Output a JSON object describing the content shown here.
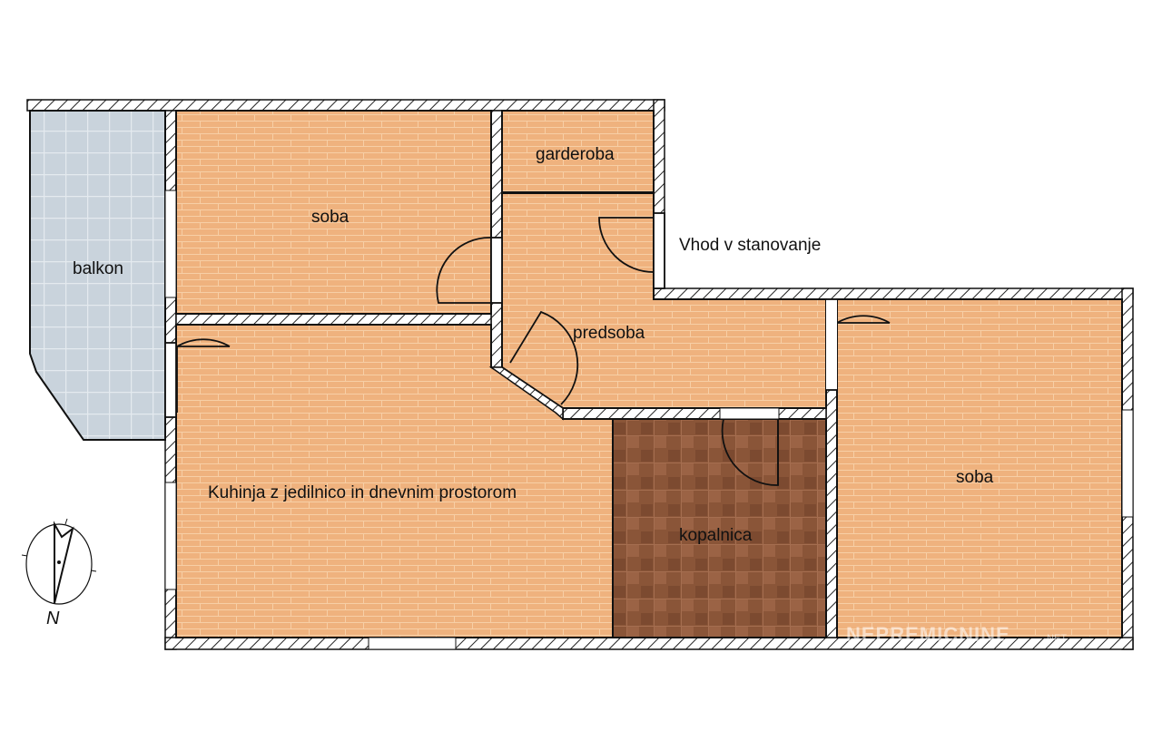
{
  "rooms": {
    "balkon": "balkon",
    "soba_top": "soba",
    "garderoba": "garderoba",
    "predsoba": "predsoba",
    "kitchen": "Kuhinja z jedilnico in dnevnim prostorom",
    "kopalnica": "kopalnica",
    "soba_right": "soba"
  },
  "entrance_label": "Vhod v stanovanje",
  "compass_label": "N",
  "watermark": {
    "main": "NEPREMICNINE",
    "suffix": ".NET"
  },
  "colors": {
    "brick": "#efb27e",
    "bath": "#8a5538",
    "balcony": "#c9d3dc",
    "wall_line": "#111111"
  }
}
